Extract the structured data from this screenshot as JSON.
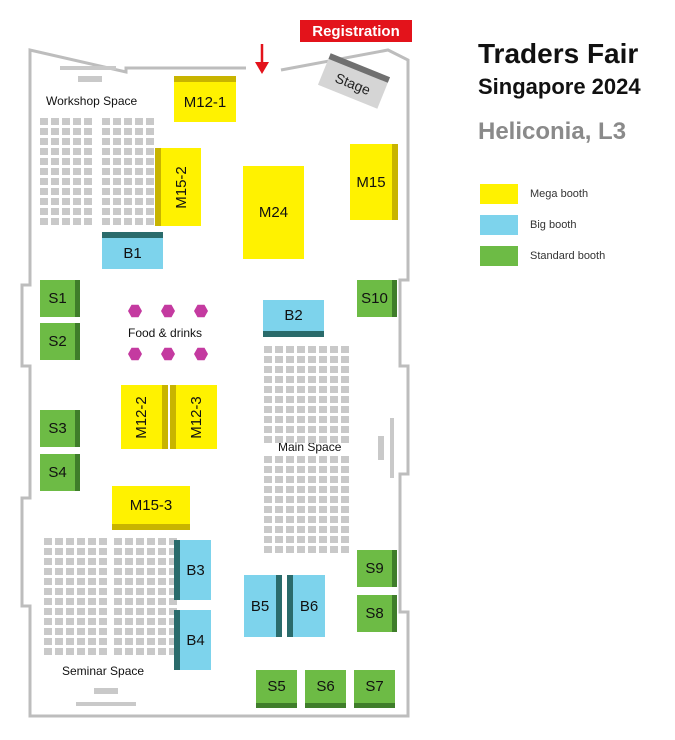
{
  "title": {
    "line1": "Traders Fair",
    "line2": "Singapore 2024",
    "venue": "Heliconia, L3"
  },
  "legend": [
    {
      "label": "Mega booth",
      "color": "#fff200"
    },
    {
      "label": "Big booth",
      "color": "#7dd3ec"
    },
    {
      "label": "Standard booth",
      "color": "#6dbb45"
    }
  ],
  "registration": "Registration",
  "stage": "Stage",
  "areas": {
    "workshop": "Workshop Space",
    "food": "Food & drinks",
    "main": "Main Space",
    "seminar": "Seminar Space"
  },
  "booths": {
    "m12_1": "M12-1",
    "m15_2": "M15-2",
    "m24": "M24",
    "m15": "M15",
    "m12_2": "M12-2",
    "m12_3": "M12-3",
    "m15_3": "M15-3",
    "b1": "B1",
    "b2": "B2",
    "b3": "B3",
    "b4": "B4",
    "b5": "B5",
    "b6": "B6",
    "s1": "S1",
    "s2": "S2",
    "s3": "S3",
    "s4": "S4",
    "s5": "S5",
    "s6": "S6",
    "s7": "S7",
    "s8": "S8",
    "s9": "S9",
    "s10": "S10"
  },
  "colors": {
    "mega": "#fff200",
    "big": "#7dd3ec",
    "standard": "#6dbb45",
    "accent": "#e3131b",
    "food": "#c43aa0"
  }
}
